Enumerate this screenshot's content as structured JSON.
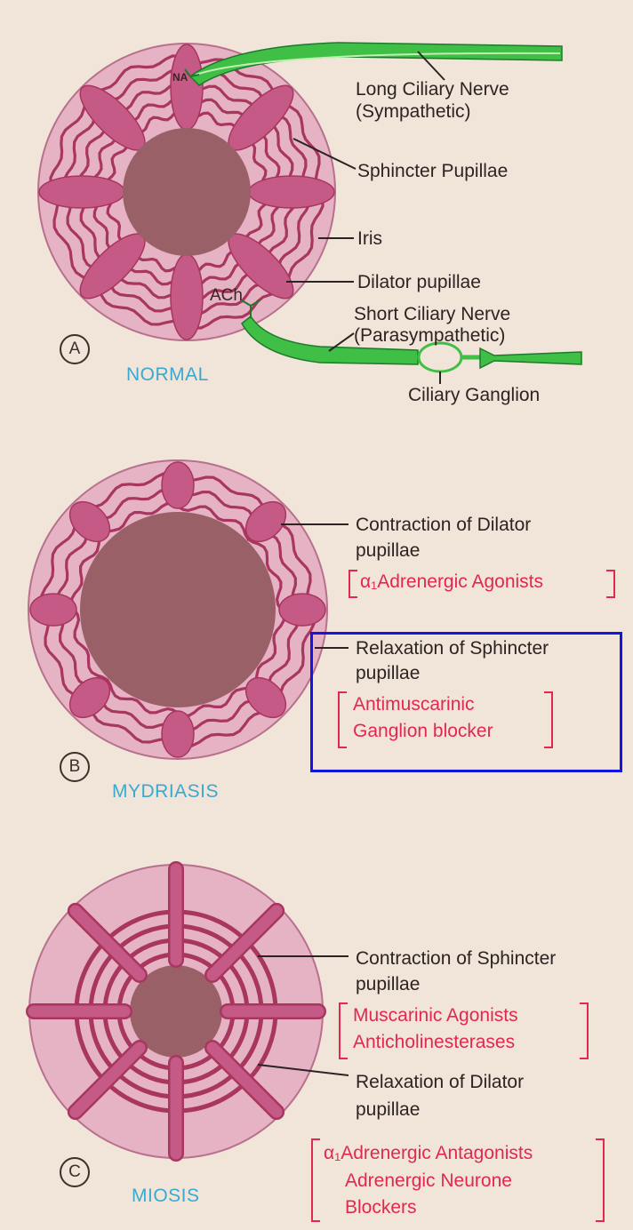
{
  "panel_a": {
    "marker": "A",
    "caption": "NORMAL",
    "na_label": "NA",
    "ach_label": "ACh",
    "labels": {
      "long_ciliary_1": "Long Ciliary Nerve",
      "long_ciliary_2": "(Sympathetic)",
      "sphincter": "Sphincter Pupillae",
      "iris": "Iris",
      "dilator": "Dilator pupillae",
      "short_ciliary_1": "Short Ciliary Nerve",
      "short_ciliary_2": "(Parasympathetic)",
      "ganglion": "Ciliary Ganglion"
    }
  },
  "panel_b": {
    "marker": "B",
    "caption": "MYDRIASIS",
    "labels": {
      "dilator_1": "Contraction of Dilator",
      "dilator_2": "pupillae",
      "dilator_drug": "α₁Adrenergic Agonists",
      "sphincter_1": "Relaxation of Sphincter",
      "sphincter_2": "pupillae",
      "sphincter_drug_1": "Antimuscarinic",
      "sphincter_drug_2": "Ganglion blocker"
    }
  },
  "panel_c": {
    "marker": "C",
    "caption": "MIOSIS",
    "labels": {
      "sphincter_1": "Contraction of Sphincter",
      "sphincter_2": "pupillae",
      "sphincter_drug_1": "Muscarinic Agonists",
      "sphincter_drug_2": "Anticholinesterases",
      "dilator_1": "Relaxation of Dilator",
      "dilator_2": "pupillae",
      "dilator_drug_1": "α₁Adrenergic Antagonists",
      "dilator_drug_2": "Adrenergic Neurone",
      "dilator_drug_3": "Blockers"
    }
  },
  "colors": {
    "background": "#f1e4d9",
    "iris": "#e5b3c4",
    "muscle": "#c65a86",
    "muscle_dark": "#a8365f",
    "pupil": "#9a6068",
    "nerve": "#3fbf46",
    "text_red": "#e2284e",
    "caption_blue": "#3aa9cf",
    "highlight": "#1515e0"
  }
}
